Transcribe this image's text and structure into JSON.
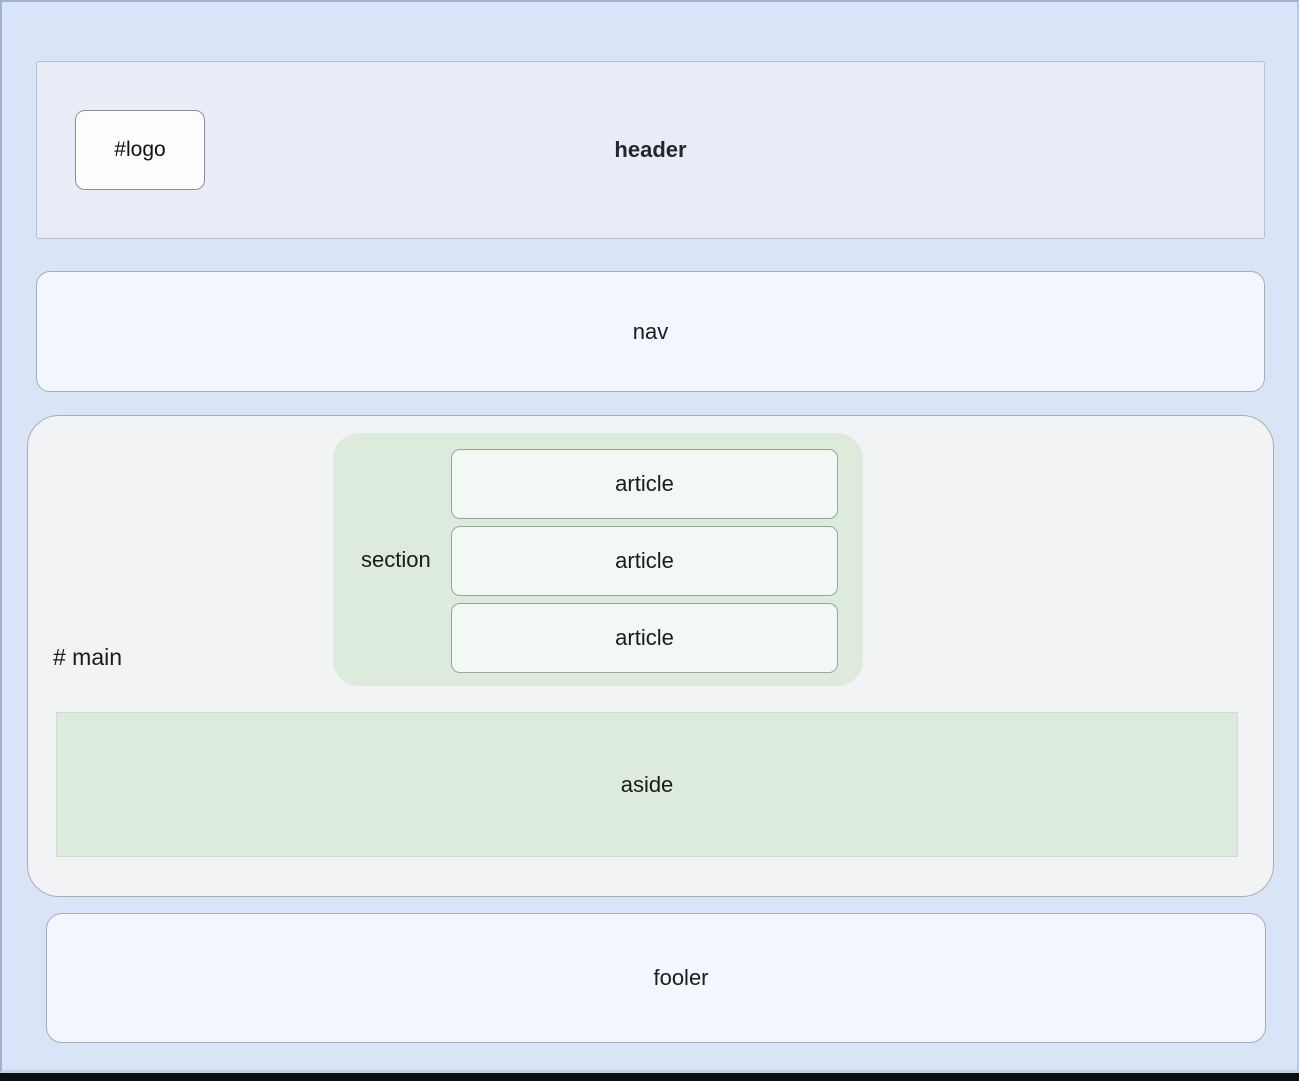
{
  "page": {
    "background_color": "#d9e5f7",
    "border_color": "#9db3cf"
  },
  "header": {
    "label": "header",
    "background_color": "#e9ecf7",
    "logo": {
      "label": "#logo",
      "background_color": "#fdfdfd"
    }
  },
  "nav": {
    "label": "nav",
    "background_color": "#f3f6fe"
  },
  "main": {
    "label": "# main",
    "background_color": "#f2f3f4",
    "section": {
      "label": "section",
      "background_color": "#dcebdc",
      "articles": [
        {
          "label": "article"
        },
        {
          "label": "article"
        },
        {
          "label": "article"
        }
      ]
    },
    "aside": {
      "label": "aside",
      "background_color": "#dcebdc"
    }
  },
  "footer": {
    "label": "fooler",
    "background_color": "#f3f6fe"
  }
}
